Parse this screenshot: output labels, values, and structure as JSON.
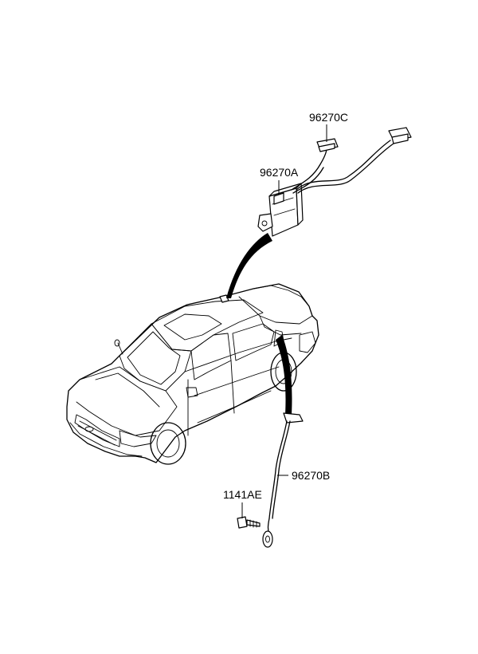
{
  "labels": {
    "part_c": "96270C",
    "part_a": "96270A",
    "part_b": "96270B",
    "bolt": "1141AE"
  }
}
